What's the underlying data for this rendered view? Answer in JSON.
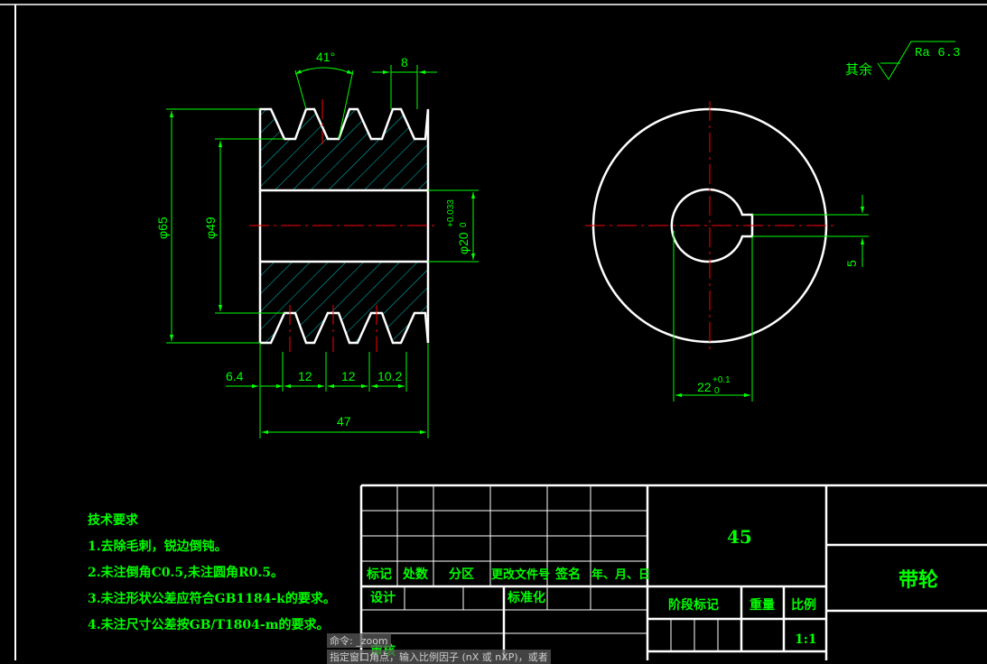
{
  "colors": {
    "background": "#000000",
    "outline": "#ffffff",
    "dimension": "#00ff00",
    "centerline": "#ff0000",
    "hatch": "#00c8c8",
    "text": "#00ff00"
  },
  "surface_finish": {
    "label": "其余",
    "value": "Ra 6.3"
  },
  "side_view_dims": {
    "angle": "41°",
    "pitch_top": "8",
    "outer_dia": "φ65",
    "root_dia": "φ49",
    "bore_dia": "φ20",
    "bore_tol_upper": "+0.033",
    "bore_tol_lower": "0",
    "offset_left": "6.4",
    "pitch1": "12",
    "pitch2": "12",
    "offset_right": "10.2",
    "total_width": "47"
  },
  "front_view_dims": {
    "keyway_width": "5",
    "keyway_depth": "22",
    "keyway_tol_upper": "+0.1",
    "keyway_tol_lower": "0"
  },
  "tech_requirements": {
    "title": "技术要求",
    "items": [
      "1.去除毛刺，锐边倒钝。",
      "2.未注倒角C0.5,未注圆角R0.5。",
      "3.未注形状公差应符合GB1184-k的要求。",
      "4.未注尺寸公差按GB/T1804-m的要求。"
    ]
  },
  "title_block": {
    "material": "45",
    "part_name": "带轮",
    "headers": [
      "标记",
      "处数",
      "分区",
      "更改文件号",
      "签名",
      "年、月、日"
    ],
    "design": "设计",
    "standardize": "标准化",
    "review": "审核",
    "stage_mark": "阶段标记",
    "weight": "重量",
    "scale_label": "比例",
    "scale_value": "1:1"
  },
  "command": {
    "line1": "命令:  _zoom",
    "line2": "指定窗口角点，输入比例因子 (nX 或 nXP)，或者"
  }
}
